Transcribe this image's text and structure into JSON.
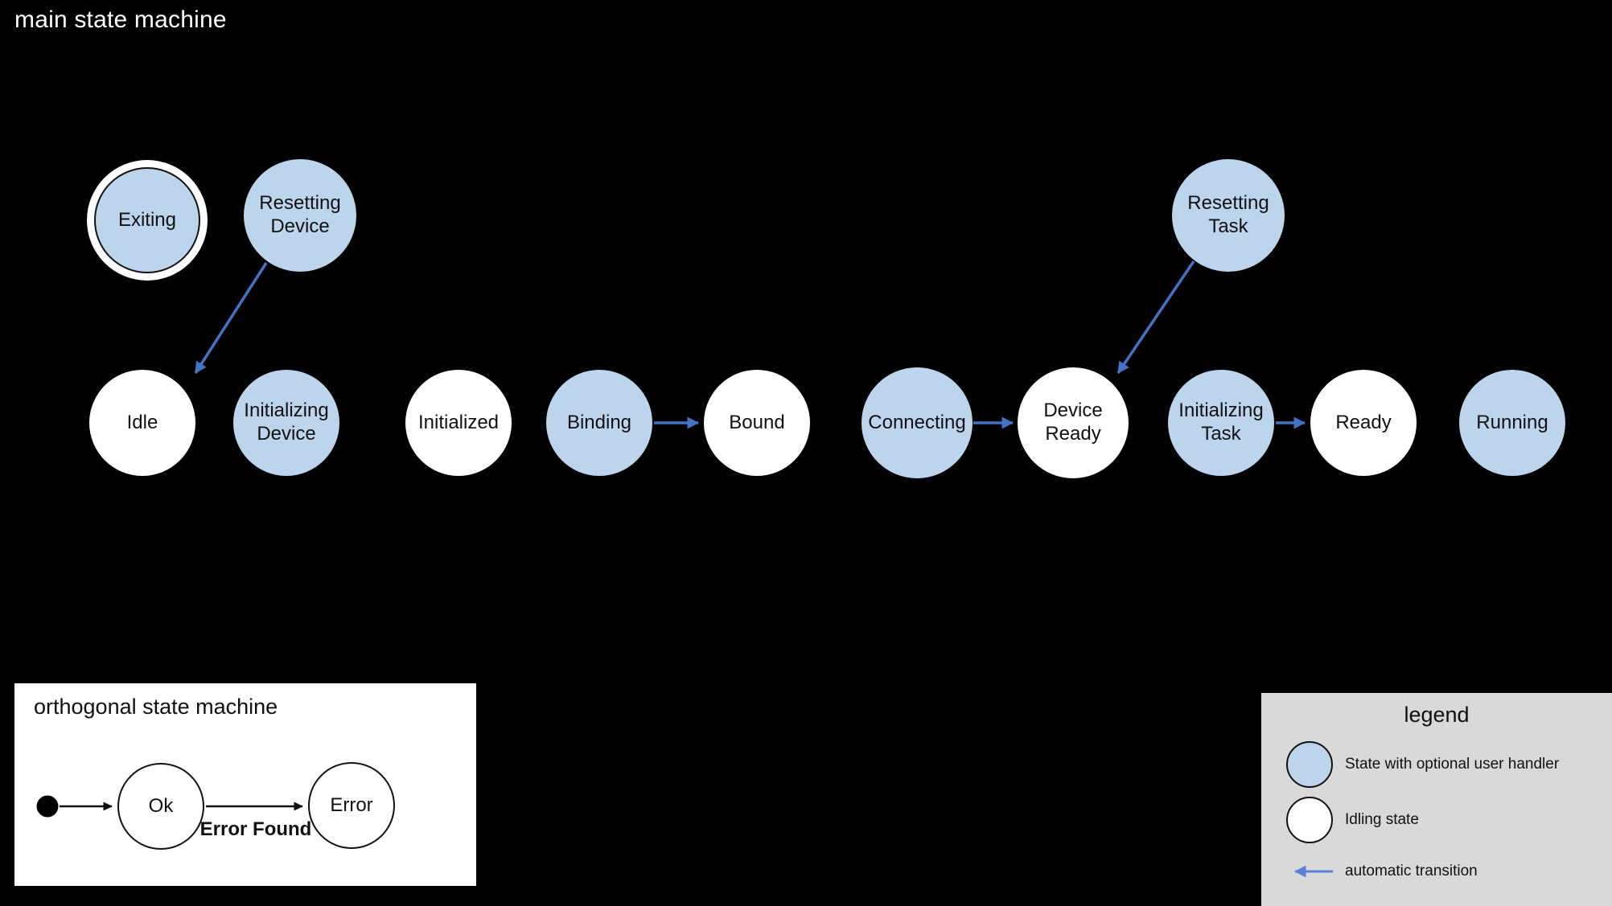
{
  "main": {
    "title": "main state machine",
    "states": [
      {
        "id": "exiting",
        "label": "Exiting",
        "kind": "state-with-user-handler",
        "final": true
      },
      {
        "id": "resetting-device",
        "label": "Resetting Device",
        "kind": "state-with-user-handler"
      },
      {
        "id": "resetting-task",
        "label": "Resetting Task",
        "kind": "state-with-user-handler"
      },
      {
        "id": "idle",
        "label": "Idle",
        "kind": "idling-state"
      },
      {
        "id": "initializing-device",
        "label": "Initializing Device",
        "kind": "state-with-user-handler"
      },
      {
        "id": "initialized",
        "label": "Initialized",
        "kind": "idling-state"
      },
      {
        "id": "binding",
        "label": "Binding",
        "kind": "state-with-user-handler"
      },
      {
        "id": "bound",
        "label": "Bound",
        "kind": "idling-state"
      },
      {
        "id": "connecting",
        "label": "Connecting",
        "kind": "state-with-user-handler"
      },
      {
        "id": "device-ready",
        "label": "Device Ready",
        "kind": "idling-state"
      },
      {
        "id": "initializing-task",
        "label": "Initializing Task",
        "kind": "state-with-user-handler"
      },
      {
        "id": "ready",
        "label": "Ready",
        "kind": "idling-state"
      },
      {
        "id": "running",
        "label": "Running",
        "kind": "state-with-user-handler"
      }
    ],
    "transitions": [
      {
        "from": "Resetting Device",
        "to": "Idle",
        "type": "automatic"
      },
      {
        "from": "Binding",
        "to": "Bound",
        "type": "automatic"
      },
      {
        "from": "Connecting",
        "to": "Device Ready",
        "type": "automatic"
      },
      {
        "from": "Resetting Task",
        "to": "Device Ready",
        "type": "automatic"
      },
      {
        "from": "Initializing Task",
        "to": "Ready",
        "type": "automatic"
      }
    ]
  },
  "orthogonal": {
    "title": "orthogonal state machine",
    "states": [
      {
        "label": "Ok"
      },
      {
        "label": "Error"
      }
    ],
    "transitions": [
      {
        "from": "initial",
        "to": "Ok",
        "label": ""
      },
      {
        "from": "Ok",
        "to": "Error",
        "label": "Error Found"
      }
    ]
  },
  "legend": {
    "title": "legend",
    "items": [
      {
        "swatch": "blue-circle",
        "label": "State with optional user handler"
      },
      {
        "swatch": "white-circle",
        "label": "Idling state"
      },
      {
        "swatch": "blue-arrow",
        "label": "automatic transition"
      }
    ]
  },
  "colors": {
    "background": "#000000",
    "user_handler_fill": "#bcd4ec",
    "idling_fill": "#ffffff",
    "automatic_transition_arrow": "#4472c4",
    "legend_arrow": "#5b82d9",
    "legend_background": "#d9d9d9",
    "outline": "#111111"
  }
}
